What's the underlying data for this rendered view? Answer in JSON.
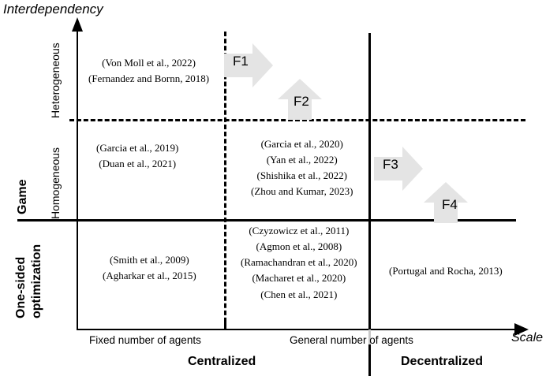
{
  "axes": {
    "y_title": "Interdependency",
    "x_title": "Scale",
    "y_group_top": "Game",
    "y_group_bottom_line1": "One-sided",
    "y_group_bottom_line2": "optimization",
    "y_cat_top": "Heterogeneous",
    "y_cat_bottom": "Homogeneous",
    "x_tick_left": "Fixed number of agents",
    "x_tick_right": "General number of agents",
    "x_caption_left": "Centralized",
    "x_caption_right": "Decentralized"
  },
  "quadrants": {
    "game_heterogeneous_fixed": [
      "(Von Moll et al., 2022)",
      "(Fernandez and Bornn, 2018)"
    ],
    "game_homogeneous_fixed": [
      "(Garcia et al., 2019)",
      "(Duan et al., 2021)"
    ],
    "game_homogeneous_general": [
      "(Garcia et al., 2020)",
      "(Yan et al., 2022)",
      "(Shishika et al., 2022)",
      "(Zhou and Kumar, 2023)"
    ],
    "onesided_fixed": [
      "(Smith et al., 2009)",
      "(Agharkar et al., 2015)"
    ],
    "onesided_general_centralized": [
      "(Czyzowicz et al., 2011)",
      "(Agmon et al., 2008)",
      "(Ramachandran et al., 2020)",
      "(Macharet et al., 2020)",
      "(Chen et al., 2021)"
    ],
    "onesided_decentralized": [
      "(Portugal and Rocha, 2013)"
    ]
  },
  "gap_arrows": [
    {
      "label": "F1",
      "direction": "right"
    },
    {
      "label": "F2",
      "direction": "up"
    },
    {
      "label": "F3",
      "direction": "right"
    },
    {
      "label": "F4",
      "direction": "up"
    }
  ],
  "colors": {
    "line": "#000000",
    "arrow_fill": "#e4e4e4",
    "divider_faded": "#c9c9c9",
    "background": "#ffffff"
  }
}
